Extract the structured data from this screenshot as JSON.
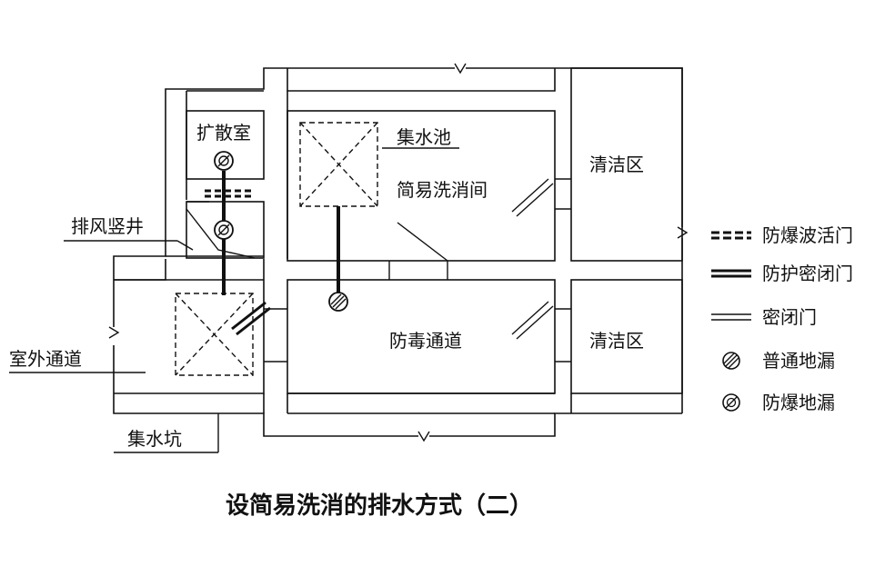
{
  "rooms": {
    "diffusion_room": "扩散室",
    "exhaust_shaft": "排风竖井",
    "sump_pool": "集水池",
    "decon_room": "简易洗消间",
    "clean_zone_top": "清洁区",
    "gas_passage": "防毒通道",
    "clean_zone_bottom": "清洁区",
    "outdoor_passage": "室外通道",
    "sump_pit": "集水坑"
  },
  "legend": [
    {
      "label": "防爆波活门",
      "icon": "blast-valve-icon"
    },
    {
      "label": "防护密闭门",
      "icon": "protective-door-icon"
    },
    {
      "label": "密闭门",
      "icon": "airtight-door-icon"
    },
    {
      "label": "普通地漏",
      "icon": "floor-drain-icon"
    },
    {
      "label": "防爆地漏",
      "icon": "blast-floor-drain-icon"
    }
  ],
  "caption": "设简易洗消的排水方式（二）"
}
